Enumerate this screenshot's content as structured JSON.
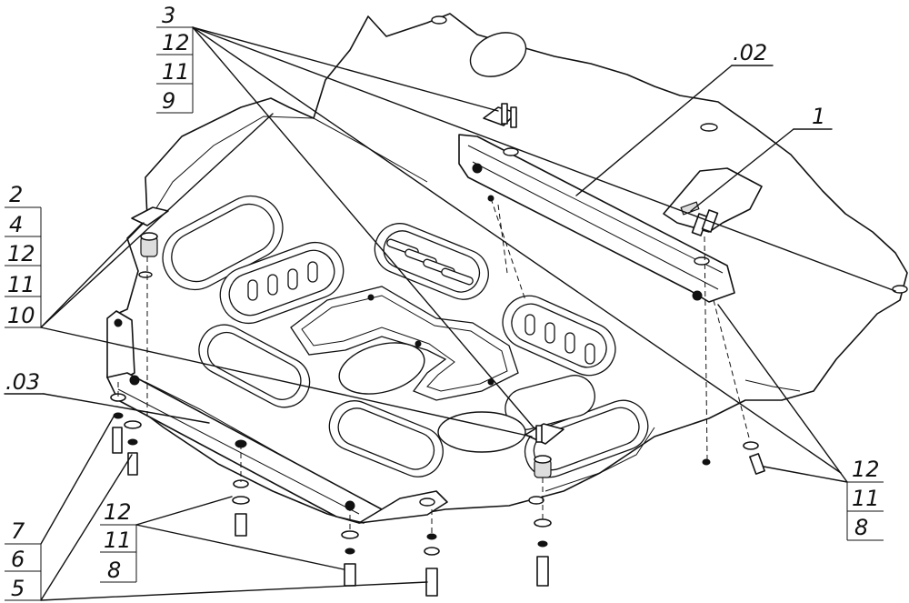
{
  "callouts": {
    "top_stack": [
      "3",
      "12",
      "11",
      "9"
    ],
    "left_stack": [
      "2",
      "4",
      "12",
      "11",
      "10"
    ],
    "part_02": ".02",
    "part_1": "1",
    "part_03": ".03",
    "right_stack": [
      "12",
      "11",
      "8"
    ],
    "bottom_mid_stack": [
      "12",
      "11",
      "8"
    ],
    "bottom_left_stack": [
      "7",
      "6",
      "5"
    ]
  }
}
